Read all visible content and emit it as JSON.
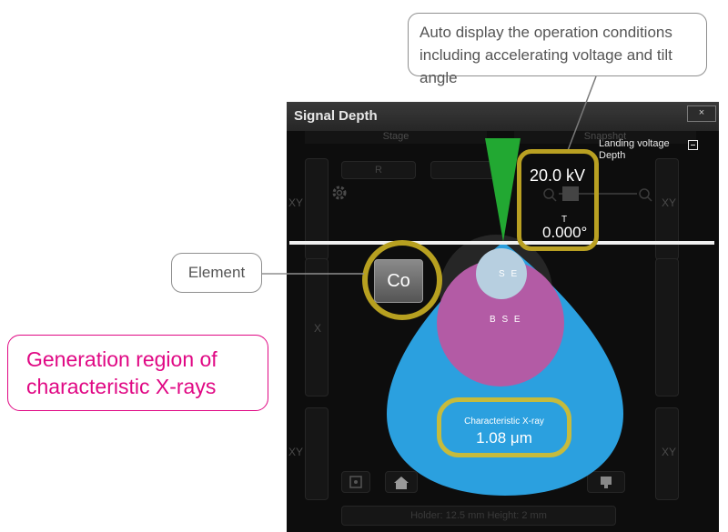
{
  "window": {
    "title": "Signal Depth",
    "close_label": "×",
    "tabs": [
      "Stage",
      "Snapshot"
    ],
    "side_labels": [
      "XY",
      "X",
      "XY",
      "XY",
      "XY"
    ],
    "button_labels": [
      "R"
    ],
    "landing_voltage_label": "Landing voltage",
    "depth_label": "Depth",
    "status_text": "Holder: 12.5 mm    Height: 2 mm"
  },
  "readouts": {
    "voltage": "20.0 kV",
    "tilt_label": "T",
    "tilt_value": "0.000°"
  },
  "element": {
    "label": "Co"
  },
  "signals": {
    "se_label": "S E",
    "bse_label": "B S E",
    "xray_label": "Characteristic X-ray",
    "xray_depth": "1.08 μm"
  },
  "callouts": {
    "operation_conditions": [
      "Auto display the operation conditions",
      "including accelerating voltage and tilt angle"
    ],
    "element": "Element",
    "generation_region": [
      "Generation region of",
      "characteristic X-rays"
    ]
  },
  "colors": {
    "beam": "#22a832",
    "xray_region": "#2ba0df",
    "bse_region": "#b35ba5",
    "se_region": "#b7cfe0",
    "highlight_ring": "#b9a022",
    "magenta": "#e00884"
  },
  "icons": [
    "gear-icon",
    "zoom-out-icon",
    "zoom-in-icon",
    "home-icon",
    "target-icon",
    "minus-box-icon",
    "close-icon"
  ]
}
